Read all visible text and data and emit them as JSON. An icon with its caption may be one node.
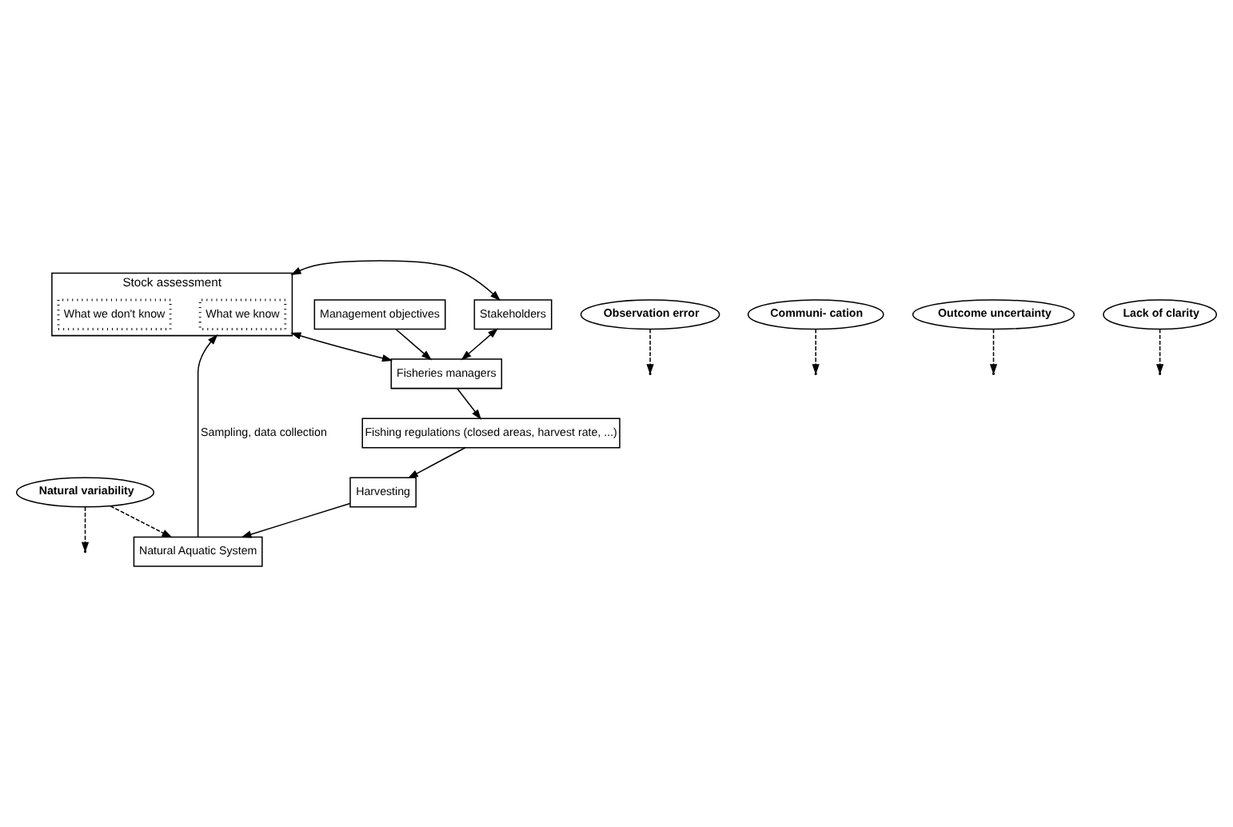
{
  "diagram": {
    "nodes": [
      {
        "text": [
          "Natural variability"
        ]
      },
      {
        "text": [
          "Natural Aquatic System"
        ]
      },
      {
        "text": [
          "Observation error"
        ]
      },
      {
        "text": [
          "Stock assessment"
        ]
      },
      {
        "text": [
          "What we know"
        ],
        "in": 3
      },
      {
        "text": [
          "What we don't know"
        ],
        "in": 3
      },
      {
        "text": [
          "Management objectives"
        ]
      },
      {
        "text": [
          "Communi- cation"
        ]
      },
      {
        "text": [
          "Harvesting"
        ]
      },
      {
        "text": [
          "Stakeholders"
        ]
      },
      {
        "text": [
          "Outcome uncertainty"
        ]
      },
      {
        "text": [
          "Lack of clarity"
        ]
      },
      {
        "text": [
          "Fishing regulations (closed areas, harvest rate, ...)"
        ]
      },
      {
        "text": [
          "Fisheries managers"
        ]
      }
    ],
    "edges": [
      {
        "from": 0,
        "to": 1,
        "arrow": "to",
        "style": "dashed"
      },
      {
        "from": 0,
        "to": null,
        "arrow": "to",
        "style": "dashed"
      },
      {
        "from": 2,
        "to": null,
        "arrow": "to",
        "style": "dashed"
      },
      {
        "from": 1,
        "to": 3,
        "arrow": "to",
        "label": "Sampling, data collection"
      },
      {
        "from": 7,
        "to": null,
        "arrow": "to",
        "style": "dashed"
      },
      {
        "from": 3,
        "to": 13,
        "arrow": "both"
      },
      {
        "from": 3,
        "to": 9,
        "arrow": "both"
      },
      {
        "from": 6,
        "to": 13,
        "arrow": "to"
      },
      {
        "from": 11,
        "to": null,
        "arrow": "to",
        "style": "dashed"
      },
      {
        "from": 9,
        "to": 13,
        "arrow": "both"
      },
      {
        "from": 13,
        "to": 12,
        "arrow": "to"
      },
      {
        "from": 12,
        "to": 8,
        "arrow": "to"
      },
      {
        "from": 8,
        "to": 1,
        "arrow": "to"
      },
      {
        "from": 10,
        "to": null,
        "arrow": "to",
        "style": "dashed"
      }
    ]
  }
}
